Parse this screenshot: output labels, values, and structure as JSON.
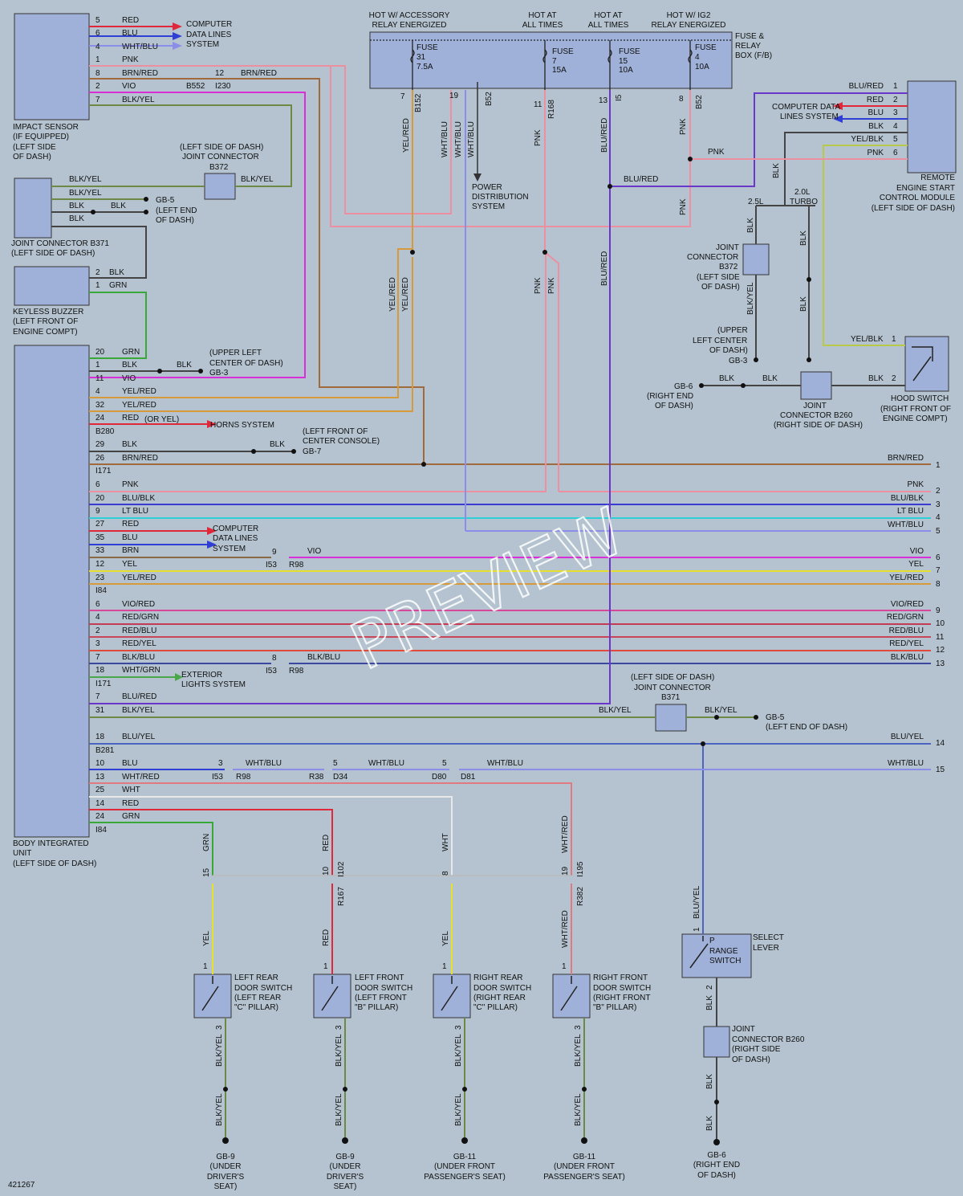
{
  "diagram_id": "421267",
  "watermark": "PREVIEW",
  "header": {
    "acc": "HOT W/ ACCESSORY",
    "acc2": "RELAY ENERGIZED",
    "hot1": "HOT AT",
    "hot1b": "ALL TIMES",
    "hot2": "HOT AT",
    "hot2b": "ALL TIMES",
    "ig": "HOT W/ IG2",
    "ig2": "RELAY ENERGIZED"
  },
  "fuse_box": {
    "l1": "FUSE &",
    "l2": "RELAY",
    "l3": "BOX (F/B)"
  },
  "fuses": [
    {
      "l1": "FUSE",
      "l2": "31",
      "l3": "7.5A"
    },
    {
      "l1": "FUSE",
      "l2": "7",
      "l3": "15A"
    },
    {
      "l1": "FUSE",
      "l2": "15",
      "l3": "10A"
    },
    {
      "l1": "FUSE",
      "l2": "4",
      "l3": "10A"
    }
  ],
  "fuse_pins": {
    "p7": "7",
    "c152": "B152",
    "p19": "19",
    "c52a": "B52",
    "p11": "11",
    "c168": "R168",
    "p13": "13",
    "c15": "I5",
    "p8": "8",
    "c52b": "B52"
  },
  "pwr": {
    "l1": "POWER",
    "l2": "DISTRIBUTION",
    "l3": "SYSTEM"
  },
  "impact": {
    "l1": "IMPACT SENSOR",
    "l2": "(IF EQUIPPED)",
    "l3": "(LEFT SIDE",
    "l4": "OF DASH)",
    "pins": [
      {
        "n": "5",
        "c": "RED"
      },
      {
        "n": "6",
        "c": "BLU"
      },
      {
        "n": "4",
        "c": "WHT/BLU"
      },
      {
        "n": "1",
        "c": "PNK"
      },
      {
        "n": "8",
        "c": "BRN/RED"
      },
      {
        "n": "2",
        "c": "VIO"
      },
      {
        "n": "7",
        "c": "BLK/YEL"
      }
    ],
    "cd1": "COMPUTER",
    "cd2": "DATA LINES",
    "cd3": "SYSTEM",
    "b552": "B552",
    "i230": "I230",
    "p12": "12",
    "brnred": "BRN/RED"
  },
  "b372": {
    "l1": "(LEFT SIDE OF DASH)",
    "l2": "JOINT CONNECTOR",
    "l3": "B372",
    "w1": "BLK/YEL",
    "w2": "BLK/YEL"
  },
  "b371_left": {
    "l1": "JOINT CONNECTOR B371",
    "l2": "(LEFT SIDE OF DASH)",
    "w1": "BLK/YEL",
    "w2": "BLK/YEL",
    "w3": "BLK",
    "w4": "BLK",
    "w5": "BLK",
    "g1": "GB-5",
    "g2": "(LEFT END",
    "g3": "OF DASH)"
  },
  "buzzer": {
    "l1": "KEYLESS BUZZER",
    "l2": "(LEFT FRONT OF",
    "l3": "ENGINE COMPT)",
    "p2": "2",
    "c2": "BLK",
    "p1": "1",
    "c1": "GRN"
  },
  "biu": {
    "l1": "BODY INTEGRATED",
    "l2": "UNIT",
    "l3": "(LEFT SIDE OF DASH)",
    "pins": [
      {
        "n": "20",
        "c": "GRN"
      },
      {
        "n": "1",
        "c": "BLK"
      },
      {
        "n": "11",
        "c": "VIO"
      },
      {
        "n": "4",
        "c": "YEL/RED"
      },
      {
        "n": "32",
        "c": "YEL/RED"
      },
      {
        "n": "24",
        "c": "RED"
      },
      {
        "n": "29",
        "c": "BLK"
      },
      {
        "n": "26",
        "c": "BRN/RED"
      },
      {
        "n": "6",
        "c": "PNK"
      },
      {
        "n": "20",
        "c": "BLU/BLK"
      },
      {
        "n": "9",
        "c": "LT BLU"
      },
      {
        "n": "27",
        "c": "RED"
      },
      {
        "n": "35",
        "c": "BLU"
      },
      {
        "n": "33",
        "c": "BRN"
      },
      {
        "n": "12",
        "c": "YEL"
      },
      {
        "n": "23",
        "c": "YEL/RED"
      },
      {
        "n": "6",
        "c": "VIO/RED"
      },
      {
        "n": "4",
        "c": "RED/GRN"
      },
      {
        "n": "2",
        "c": "RED/BLU"
      },
      {
        "n": "3",
        "c": "RED/YEL"
      },
      {
        "n": "7",
        "c": "BLK/BLU"
      },
      {
        "n": "18",
        "c": "WHT/GRN"
      },
      {
        "n": "7",
        "c": "BLU/RED"
      },
      {
        "n": "31",
        "c": "BLK/YEL"
      },
      {
        "n": "18",
        "c": "BLU/YEL"
      },
      {
        "n": "10",
        "c": "BLU"
      },
      {
        "n": "13",
        "c": "WHT/RED"
      },
      {
        "n": "25",
        "c": "WHT"
      },
      {
        "n": "14",
        "c": "RED"
      },
      {
        "n": "24",
        "c": "GRN"
      }
    ],
    "conns": {
      "b280": "B280",
      "i171a": "I171",
      "i84a": "I84",
      "i171b": "I171",
      "b281": "B281",
      "i84b": "I84"
    },
    "gb3": {
      "w": "BLK",
      "l1": "(UPPER LEFT",
      "l2": "CENTER OF DASH)",
      "l3": "GB-3"
    },
    "orye": "(OR YEL)",
    "horns": "HORNS SYSTEM",
    "gb7": {
      "w": "BLK",
      "l1": "(LEFT FRONT OF",
      "l2": "CENTER CONSOLE)",
      "l3": "GB-7"
    },
    "cd1": "COMPUTER",
    "cd2": "DATA LINES",
    "cd3": "SYSTEM",
    "vio9": "9",
    "vio": "VIO",
    "i53a": "I53",
    "r98a": "R98",
    "bb8": "8",
    "bb": "BLK/BLU",
    "i53b": "I53",
    "r98b": "R98",
    "ext1": "EXTERIOR",
    "ext2": "LIGHTS SYSTEM"
  },
  "right_wires": [
    {
      "n": "1",
      "c": "BRN/RED"
    },
    {
      "n": "2",
      "c": "PNK"
    },
    {
      "n": "3",
      "c": "BLU/BLK"
    },
    {
      "n": "4",
      "c": "LT BLU"
    },
    {
      "n": "5",
      "c": "WHT/BLU"
    },
    {
      "n": "6",
      "c": "VIO"
    },
    {
      "n": "7",
      "c": "YEL"
    },
    {
      "n": "8",
      "c": "YEL/RED"
    },
    {
      "n": "9",
      "c": "VIO/RED"
    },
    {
      "n": "10",
      "c": "RED/GRN"
    },
    {
      "n": "11",
      "c": "RED/BLU"
    },
    {
      "n": "12",
      "c": "RED/YEL"
    },
    {
      "n": "13",
      "c": "BLK/BLU"
    },
    {
      "n": "14",
      "c": "BLU/YEL"
    },
    {
      "n": "15",
      "c": "WHT/BLU"
    }
  ],
  "b371_mid": {
    "l1": "(LEFT SIDE OF DASH)",
    "l2": "JOINT CONNECTOR",
    "l3": "B371",
    "w1": "BLK/YEL",
    "w2": "BLK/YEL",
    "g1": "GB-5",
    "g2": "(LEFT END OF DASH)"
  },
  "whtblu_chain": {
    "p3": "3",
    "w1": "WHT/BLU",
    "i53": "I53",
    "r98": "R98",
    "p5a": "5",
    "w2": "WHT/BLU",
    "r38": "R38",
    "d34": "D34",
    "p5b": "5",
    "w3": "WHT/BLU",
    "d80": "D80",
    "d81": "D81"
  },
  "remote": {
    "l1": "REMOTE",
    "l2": "ENGINE START",
    "l3": "CONTROL MODULE",
    "l4": "(LEFT SIDE OF DASH)",
    "pins": [
      {
        "n": "1",
        "c": "BLU/RED"
      },
      {
        "n": "2",
        "c": "RED"
      },
      {
        "n": "3",
        "c": "BLU"
      },
      {
        "n": "4",
        "c": "BLK"
      },
      {
        "n": "5",
        "c": "YEL/BLK"
      },
      {
        "n": "6",
        "c": "PNK"
      }
    ],
    "cd1": "COMPUTER DATA",
    "cd2": "LINES SYSTEM"
  },
  "vert": {
    "yelred": "YEL/RED",
    "whtblu1": "WHT/BLU",
    "whtblu2": "WHT/BLU",
    "whtblu3": "WHT/BLU",
    "pnk1": "PNK",
    "blured1": "BLU/RED",
    "pnk2": "PNK",
    "pnk3": "PNK",
    "blured2": "BLU/RED",
    "pnk4": "PNK",
    "yelred2": "YEL/RED",
    "yelred3": "YEL/RED",
    "pnk5": "PNK",
    "pnk6": "PNK",
    "blured3": "BLU/RED"
  },
  "eng": {
    "e25": "2.5L",
    "e20a": "2.0L",
    "e20b": "TURBO",
    "blk1": "BLK",
    "blk2": "BLK",
    "blk3": "BLK",
    "blk4": "BLK",
    "blkyel": "BLK/YEL"
  },
  "b372r": {
    "l1": "JOINT",
    "l2": "CONNECTOR",
    "l3": "B372",
    "l4": "(LEFT SIDE",
    "l5": "OF DASH)"
  },
  "gb3r": {
    "l1": "(UPPER",
    "l2": "LEFT CENTER",
    "l3": "OF DASH)",
    "l4": "GB-3"
  },
  "gb6": {
    "l1": "GB-6",
    "l2": "(RIGHT END",
    "l3": "OF DASH)",
    "w1": "BLK",
    "w2": "BLK",
    "w3": "BLK",
    "p2": "2"
  },
  "b260": {
    "l1": "JOINT",
    "l2": "CONNECTOR B260",
    "l3": "(RIGHT SIDE OF DASH)"
  },
  "hood": {
    "l1": "HOOD SWITCH",
    "l2": "(RIGHT FRONT OF",
    "l3": "ENGINE COMPT)",
    "w": "YEL/BLK",
    "p1": "1"
  },
  "doors": [
    {
      "wire": "GRN",
      "pin": "15",
      "conn": "",
      "wire2": "YEL",
      "title1": "LEFT REAR",
      "title2": "DOOR SWITCH",
      "title3": "(LEFT REAR",
      "title4": "\"C\" PILLAR)",
      "g1": "GB-9",
      "g2": "(UNDER",
      "g3": "DRIVER'S",
      "g4": "SEAT)"
    },
    {
      "wire": "RED",
      "pin": "10",
      "conn": "I102",
      "conn2": "R167",
      "wire2": "RED",
      "title1": "LEFT FRONT",
      "title2": "DOOR SWITCH",
      "title3": "(LEFT FRONT",
      "title4": "\"B\" PILLAR)",
      "g1": "GB-9",
      "g2": "(UNDER",
      "g3": "DRIVER'S",
      "g4": "SEAT)"
    },
    {
      "wire": "WHT",
      "pin": "8",
      "conn": "",
      "wire2": "YEL",
      "title1": "RIGHT REAR",
      "title2": "DOOR SWITCH",
      "title3": "(RIGHT REAR",
      "title4": "\"C\" PILLAR)",
      "g1": "GB-11",
      "g2": "(UNDER FRONT",
      "g3": "PASSENGER'S SEAT)",
      "g4": ""
    },
    {
      "wire": "WHT/RED",
      "pin": "19",
      "conn": "I195",
      "conn2": "R382",
      "wire2": "WHT/RED",
      "title1": "RIGHT FRONT",
      "title2": "DOOR SWITCH",
      "title3": "(RIGHT FRONT",
      "title4": "\"B\" PILLAR)",
      "g1": "GB-11",
      "g2": "(UNDER FRONT",
      "g3": "PASSENGER'S SEAT)",
      "g4": ""
    }
  ],
  "door_pins": {
    "p1": "1",
    "p3": "3",
    "blkyel": "BLK/YEL"
  },
  "select": {
    "l1": "SELECT",
    "l2": "LEVER",
    "s1": "P",
    "s2": "RANGE",
    "s3": "SWITCH",
    "w1": "BLU/YEL",
    "p1": "1",
    "p2": "2",
    "w2": "BLK",
    "w3": "BLK",
    "w4": "BLK"
  },
  "b260b": {
    "l1": "JOINT",
    "l2": "CONNECTOR B260",
    "l3": "(RIGHT SIDE",
    "l4": "OF DASH)"
  },
  "gb6b": {
    "l1": "GB-6",
    "l2": "(RIGHT END",
    "l3": "OF DASH)"
  },
  "colors": {
    "RED": "#e0283a",
    "BLU": "#2f3fd4",
    "WHTBLU": "#8a8ee8",
    "PNK": "#ec8fa0",
    "BRNRED": "#a06a3c",
    "VIO": "#d82fd8",
    "BLKYEL": "#6c8a46",
    "BLK": "#444444",
    "GRN": "#38a838",
    "YELRED": "#d69a3a",
    "YEL": "#e6df2c",
    "BLUBLK": "#3a3ad0",
    "LTBLU": "#2fcfd8",
    "BRN": "#8a6a44",
    "VIORED": "#d8489a",
    "REDGRN": "#c43c54",
    "REDBLU": "#c84658",
    "REDYEL": "#e04a3a",
    "BLKBLU": "#3a48a0",
    "WHTGRN": "#4aa84a",
    "BLURED": "#6a38c8",
    "BLUYEL": "#4a64c0",
    "WHTRED": "#e07a80",
    "WHT": "#e8e8e8",
    "YELBLK": "#b8c848"
  }
}
